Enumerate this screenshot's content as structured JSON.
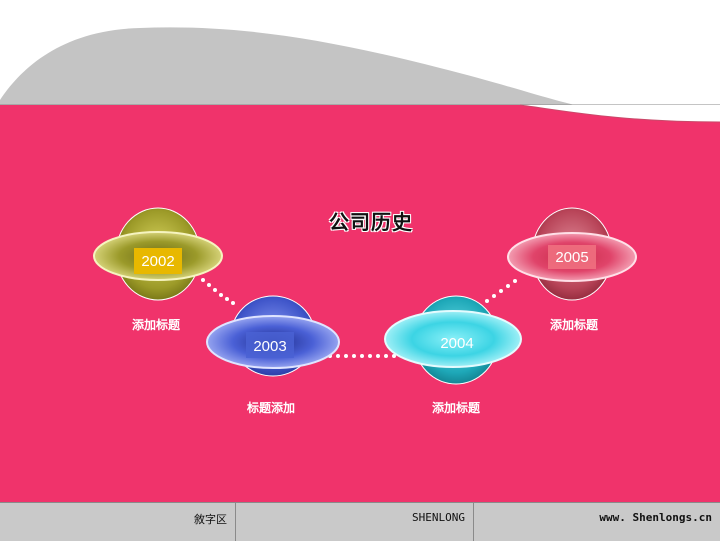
{
  "slide": {
    "title": "公司历史"
  },
  "timeline": [
    {
      "year": "2002",
      "label": "添加标题"
    },
    {
      "year": "2003",
      "label": "标题添加"
    },
    {
      "year": "2004",
      "label": "添加标题"
    },
    {
      "year": "2005",
      "label": "添加标题"
    }
  ],
  "footer": {
    "left_text": "敘字区",
    "middle_text": "SHENLONG",
    "right_text": "www. Shenlongs.cn"
  },
  "colors": {
    "background_pink": "#F0336B",
    "header_gray": "#C4C4C4",
    "olive": "#A8A832",
    "blue": "#4F67D8",
    "cyan": "#40D6E4",
    "rose": "#E04A6C",
    "badge_2002": "#E8B800",
    "badge_2003": "#4A62D4",
    "badge_2005": "#F07080"
  }
}
